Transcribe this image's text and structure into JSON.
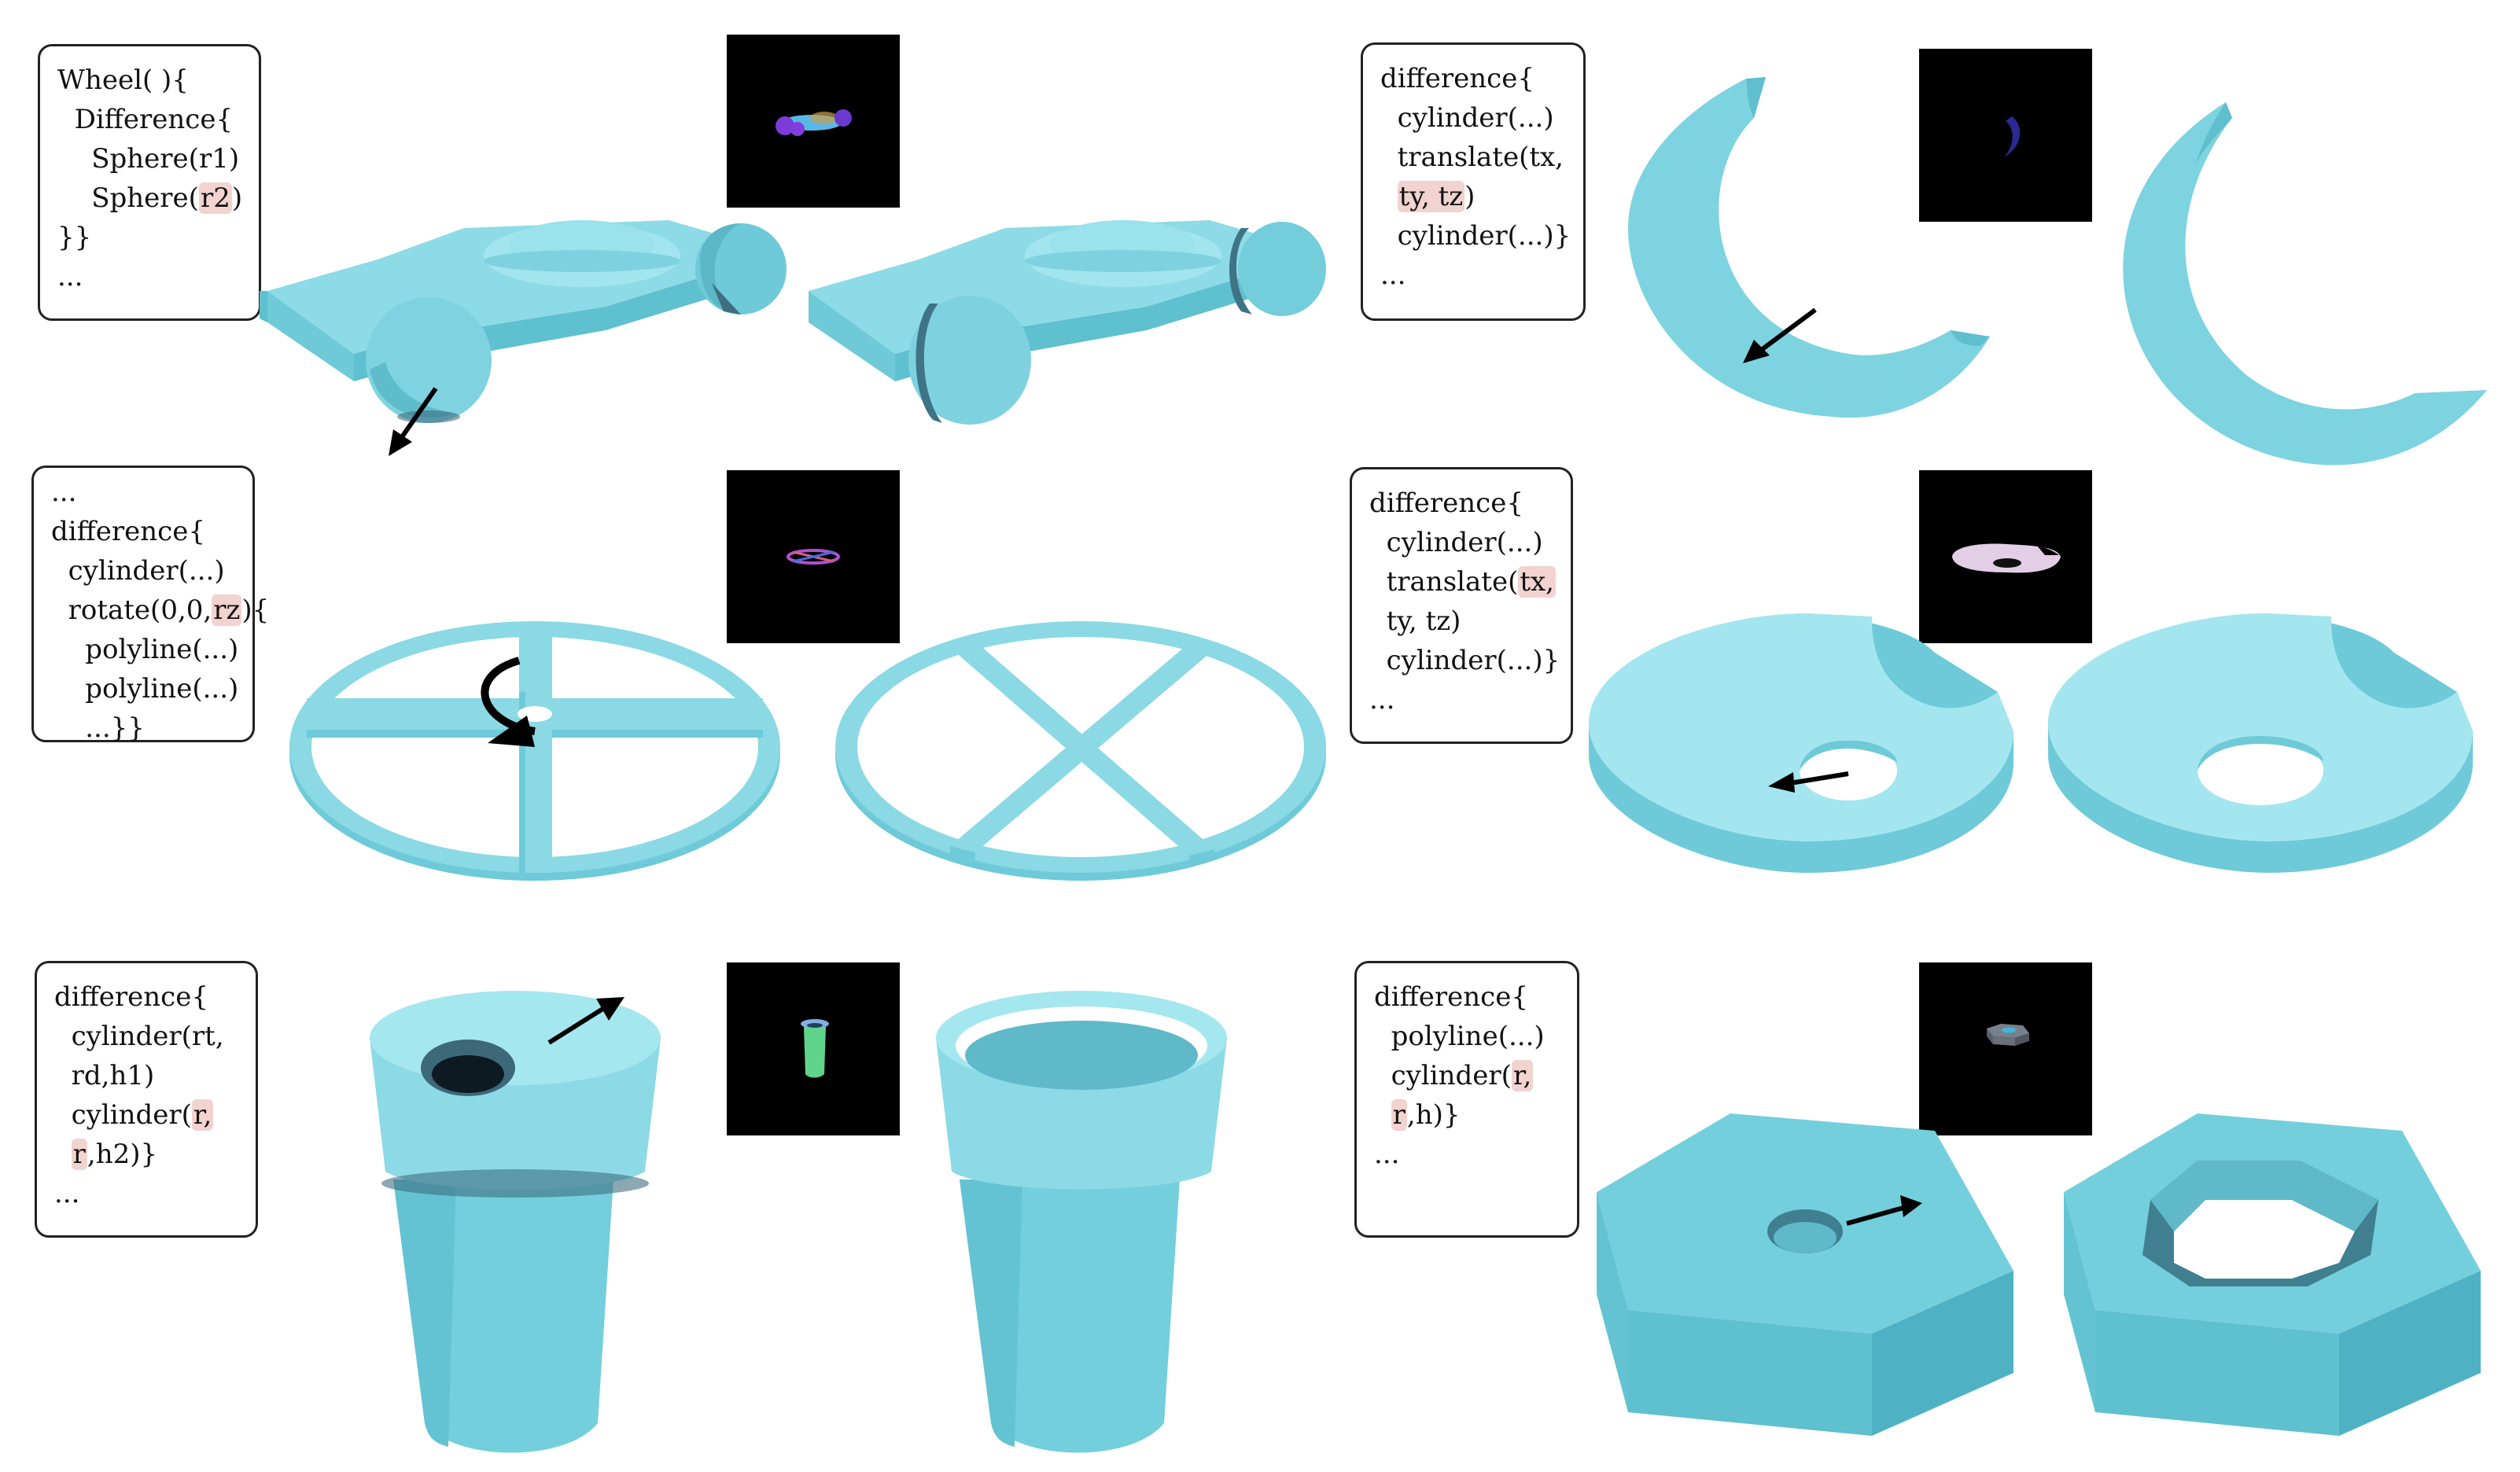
{
  "colors": {
    "shape": "#7fd6e3",
    "shape_dark": "#5bbccc",
    "shape_light": "#a5e7ef",
    "highlight": "#f2d3cf",
    "thumb_bg": "#000000"
  },
  "panels": [
    {
      "id": "car",
      "code": [
        [
          {
            "t": "Wheel( ){"
          }
        ],
        [
          {
            "t": "  Difference{"
          }
        ],
        [
          {
            "t": "    Sphere(r1)"
          }
        ],
        [
          {
            "t": "    Sphere("
          },
          {
            "t": "r2",
            "hl": true
          },
          {
            "t": ")"
          }
        ],
        [
          {
            "t": "}}"
          }
        ],
        [
          {
            "t": "..."
          }
        ]
      ]
    },
    {
      "id": "crescent",
      "code": [
        [
          {
            "t": "difference{"
          }
        ],
        [
          {
            "t": "  cylinder(...)"
          }
        ],
        [
          {
            "t": "  translate(tx,"
          }
        ],
        [
          {
            "t": "  "
          },
          {
            "t": "ty, tz",
            "hl": true
          },
          {
            "t": ")"
          }
        ],
        [
          {
            "t": "  cylinder(...)}"
          }
        ],
        [
          {
            "t": "..."
          }
        ]
      ]
    },
    {
      "id": "wheel-frame",
      "code": [
        [
          {
            "t": "..."
          }
        ],
        [
          {
            "t": "difference{"
          }
        ],
        [
          {
            "t": "  cylinder(...)"
          }
        ],
        [
          {
            "t": "  rotate(0,0,"
          },
          {
            "t": "rz",
            "hl": true
          },
          {
            "t": "){"
          }
        ],
        [
          {
            "t": "    polyline(...)"
          }
        ],
        [
          {
            "t": "    polyline(...)"
          }
        ],
        [
          {
            "t": "    ...}}"
          }
        ]
      ]
    },
    {
      "id": "disc",
      "code": [
        [
          {
            "t": "difference{"
          }
        ],
        [
          {
            "t": "  cylinder(...)"
          }
        ],
        [
          {
            "t": "  translate("
          },
          {
            "t": "tx,",
            "hl": true
          }
        ],
        [
          {
            "t": "  ty, tz)"
          }
        ],
        [
          {
            "t": "  cylinder(...)}"
          }
        ],
        [
          {
            "t": "..."
          }
        ]
      ]
    },
    {
      "id": "vase",
      "code": [
        [
          {
            "t": "difference{"
          }
        ],
        [
          {
            "t": "  cylinder(rt,"
          }
        ],
        [
          {
            "t": "  rd,h1)"
          }
        ],
        [
          {
            "t": "  cylinder("
          },
          {
            "t": "r,",
            "hl": true
          }
        ],
        [
          {
            "t": "  "
          },
          {
            "t": "r",
            "hl": true
          },
          {
            "t": ",h2)}"
          }
        ],
        [
          {
            "t": "..."
          }
        ]
      ]
    },
    {
      "id": "hexnut",
      "code": [
        [
          {
            "t": "difference{"
          }
        ],
        [
          {
            "t": "  polyline(...)"
          }
        ],
        [
          {
            "t": "  cylinder("
          },
          {
            "t": "r,",
            "hl": true
          }
        ],
        [
          {
            "t": "  "
          },
          {
            "t": "r",
            "hl": true
          },
          {
            "t": ",h)}"
          }
        ],
        [
          {
            "t": "..."
          }
        ]
      ]
    }
  ]
}
